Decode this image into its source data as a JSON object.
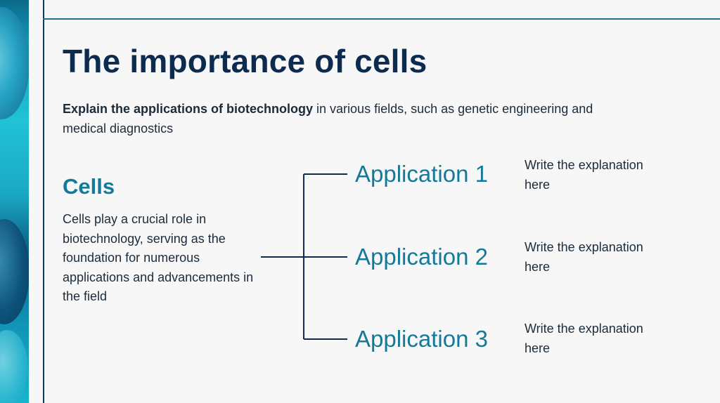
{
  "slide": {
    "title": "The importance of cells",
    "subtitle_bold": "Explain the applications of biotechnology",
    "subtitle_rest": " in various fields, such as genetic engineering and medical diagnostics"
  },
  "cells": {
    "heading": "Cells",
    "body": "Cells play a crucial role in biotechnology, serving as the foundation for numerous applications and advancements in the field"
  },
  "applications": [
    {
      "label": "Application 1",
      "desc": "Write the explanation here"
    },
    {
      "label": "Application 2",
      "desc": "Write the explanation here"
    },
    {
      "label": "Application 3",
      "desc": "Write the explanation here"
    }
  ],
  "colors": {
    "title": "#0d2b4e",
    "accent": "#147a99",
    "connector": "#0d2b4e",
    "background": "#f7f7f7"
  }
}
